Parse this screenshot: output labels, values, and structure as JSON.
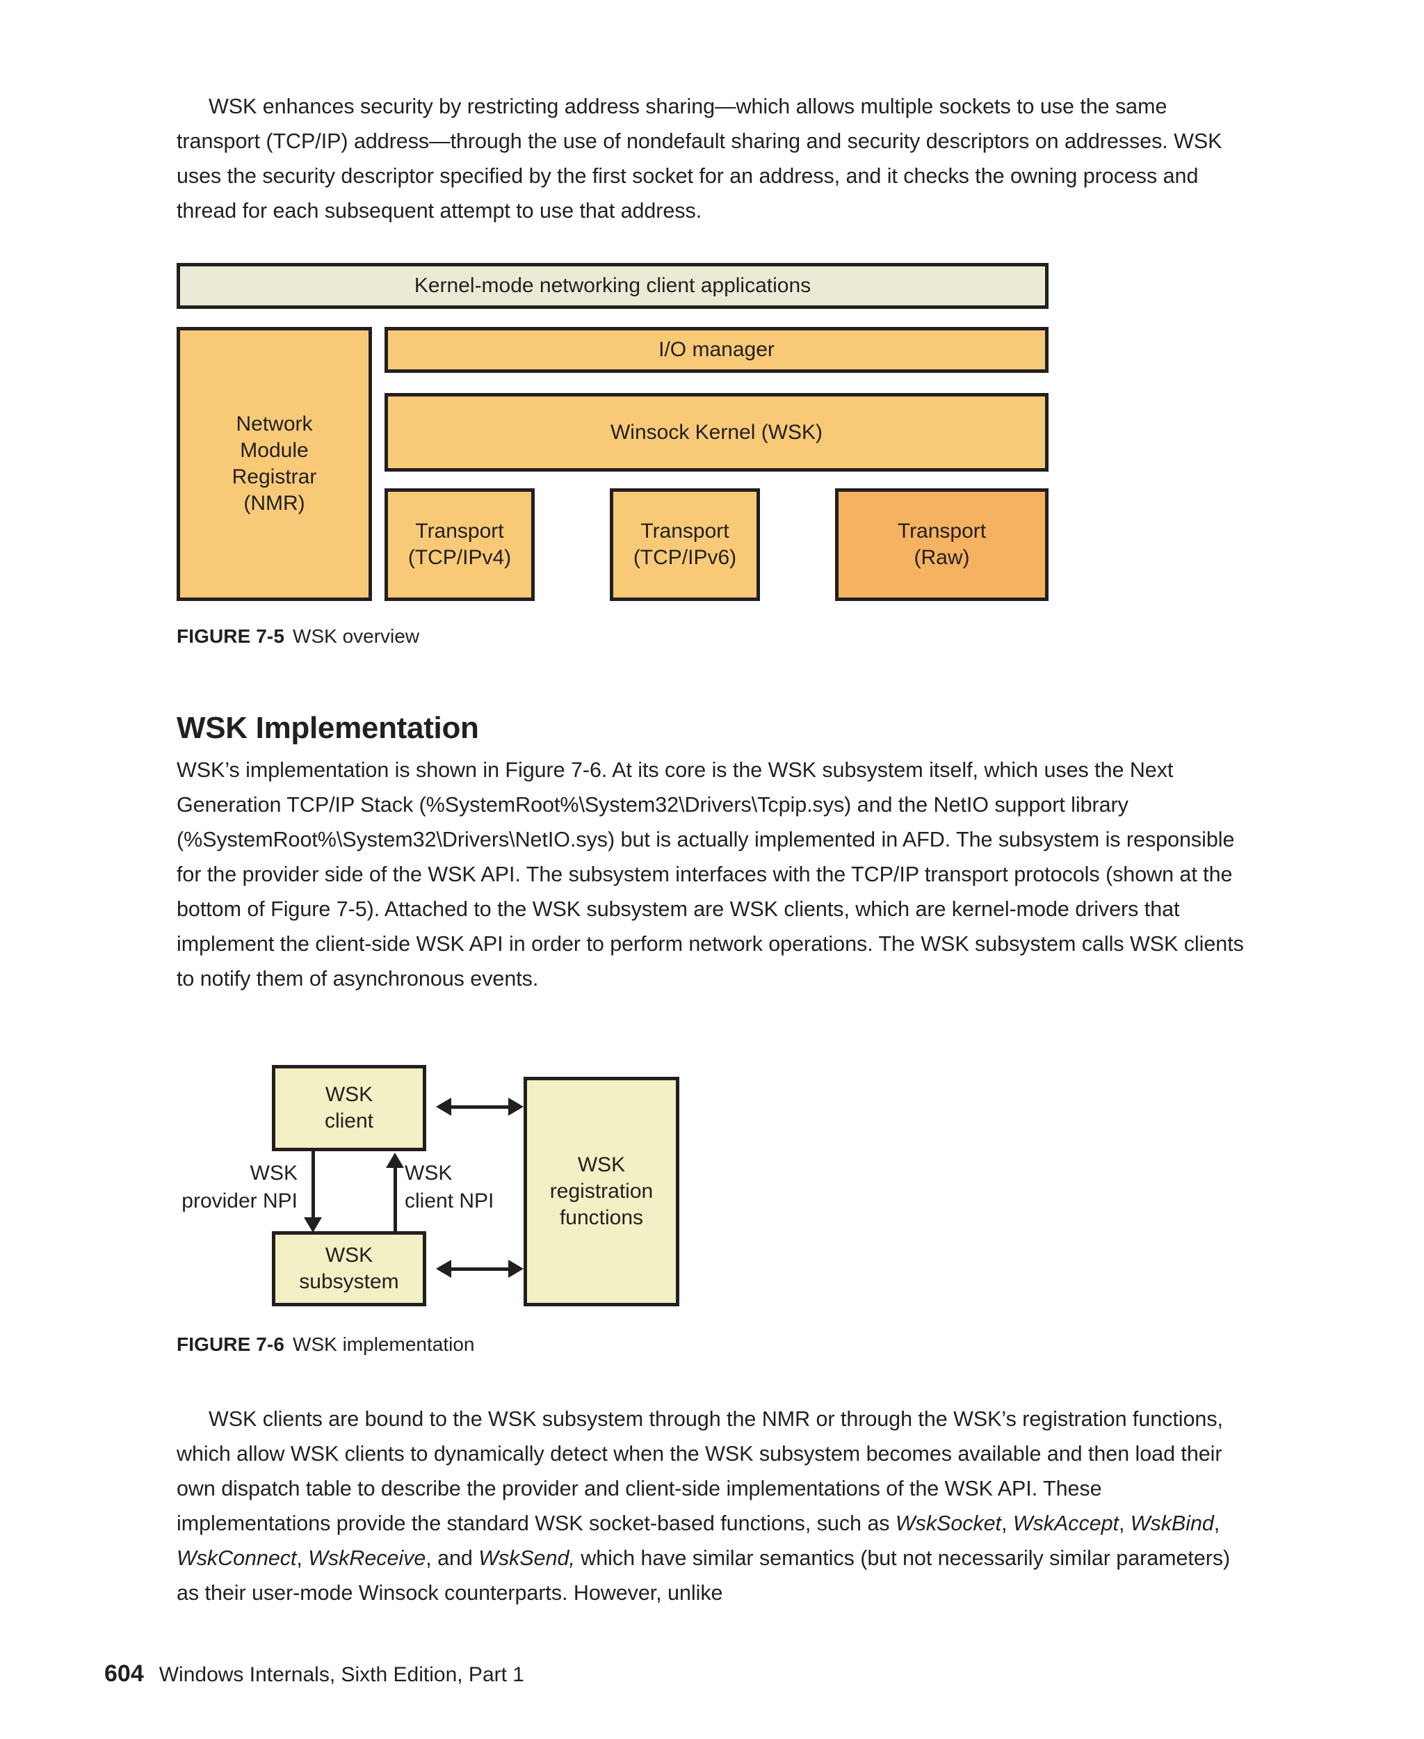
{
  "page": {
    "number": "604",
    "running_footer": "Windows Internals, Sixth Edition, Part 1"
  },
  "paragraphs": {
    "p1": "WSK enhances security by restricting address sharing—which allows multiple sockets to use the same transport (TCP/IP) address—through the use of nondefault sharing and security descriptors on addresses. WSK uses the security descriptor specified by the first socket for an address, and it checks the owning process and thread for each subsequent attempt to use that address.",
    "p2_a": "WSK’s implementation is shown in Figure 7-6. At its core is the WSK subsystem itself, which uses the Next Generation TCP/IP Stack (%SystemRoot%\\System32\\Drivers\\Tcpip.sys) and the NetIO support library (%SystemRoot%\\System32\\Drivers\\NetIO.sys) but is actually implemented in AFD. The subsystem is responsible for the provider side of the WSK API. The subsystem interfaces with the TCP/IP transport protocols (shown at the bottom of Figure 7-5). Attached to the WSK subsystem are WSK clients, which are kernel-mode drivers that implement the client-side WSK API in order to perform network operations. The WSK subsystem calls WSK clients to notify them of asynchronous events.",
    "p3_a": "WSK clients are bound to the WSK subsystem through the NMR or through the WSK’s registration functions, which allow WSK clients to dynamically detect when the WSK subsystem becomes available and then load their own dispatch table to describe the provider and client-side implementations of the WSK API. These implementations provide the standard WSK socket-based functions, such as ",
    "p3_fn1": "WskSocket",
    "p3_sep1": ", ",
    "p3_fn2": "WskAccept",
    "p3_sep2": ", ",
    "p3_fn3": "WskBind",
    "p3_sep3": ", ",
    "p3_fn4": "WskConnect",
    "p3_sep4": ", ",
    "p3_fn5": "WskReceive",
    "p3_sep5": ", and ",
    "p3_fn6": "WskSend,",
    "p3_b": " which have similar semantics (but not necessarily similar parameters) as their user-mode Winsock counterparts. However, unlike"
  },
  "headings": {
    "wsk_implementation": "WSK Implementation"
  },
  "figure_7_5": {
    "caption_label": "FIGURE 7-5",
    "caption_text": "WSK overview",
    "colors": {
      "client_apps_fill": "#EBEBD5",
      "amber_fill": "#F8CA78",
      "raw_fill": "#F5B260",
      "border": "#231f20"
    },
    "boxes": {
      "client_apps": "Kernel-mode networking client applications",
      "nmr_line1": "Network",
      "nmr_line2": "Module",
      "nmr_line3": "Registrar",
      "nmr_line4": "(NMR)",
      "io_manager": "I/O manager",
      "winsock_kernel": "Winsock Kernel (WSK)",
      "transport_v4_line1": "Transport",
      "transport_v4_line2": "(TCP/IPv4)",
      "transport_v6_line1": "Transport",
      "transport_v6_line2": "(TCP/IPv6)",
      "transport_raw_line1": "Transport",
      "transport_raw_line2": "(Raw)"
    }
  },
  "figure_7_6": {
    "caption_label": "FIGURE 7-6",
    "caption_text": "WSK implementation",
    "colors": {
      "box_fill": "#F2F0C4",
      "border": "#231f20"
    },
    "boxes": {
      "wsk_client_line1": "WSK",
      "wsk_client_line2": "client",
      "wsk_subsystem_line1": "WSK",
      "wsk_subsystem_line2": "subsystem",
      "wsk_registration_line1": "WSK",
      "wsk_registration_line2": "registration",
      "wsk_registration_line3": "functions"
    },
    "labels": {
      "provider_npi_line1": "WSK",
      "provider_npi_line2": "provider NPI",
      "client_npi_line1": "WSK",
      "client_npi_line2": "client NPI"
    }
  }
}
